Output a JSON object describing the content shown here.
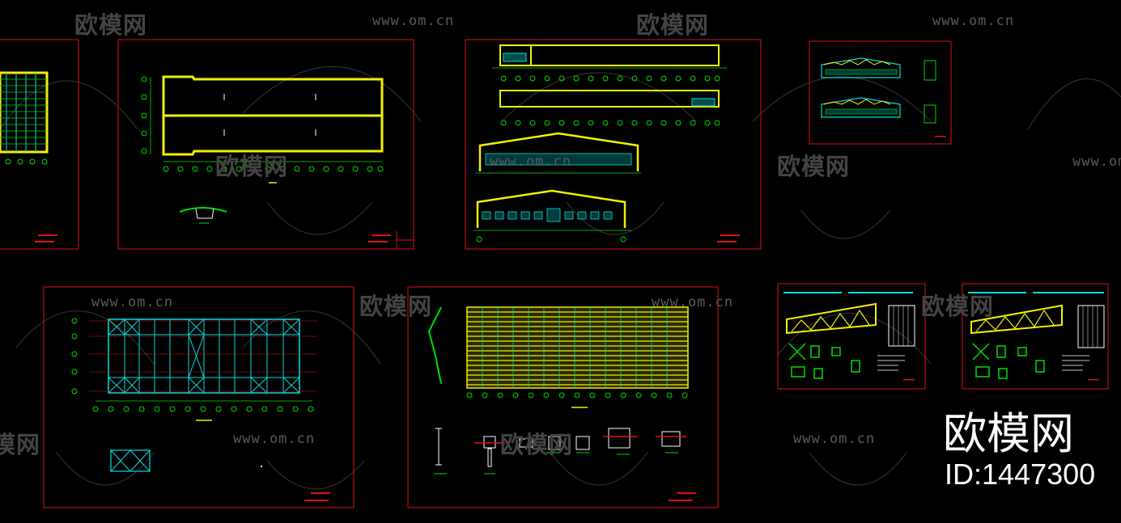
{
  "watermark": {
    "url_text": "www.om.cn",
    "logo_text": "欧模网"
  },
  "brand": {
    "name": "欧模网",
    "id_label": "ID:1447300"
  },
  "colors": {
    "background": "#000000",
    "frame": "#e01010",
    "structure_yellow": "#f4f000",
    "structure_cyan": "#00e0e0",
    "structure_green": "#00dd00",
    "watermark": "#5a5a5a"
  },
  "sheets": [
    {
      "name": "roof-plan-partial"
    },
    {
      "name": "foundation-plan"
    },
    {
      "name": "elevations-and-sections"
    },
    {
      "name": "truss-elevations"
    },
    {
      "name": "bracing-plan"
    },
    {
      "name": "purlin-plan"
    },
    {
      "name": "truss-detail-1"
    },
    {
      "name": "truss-detail-2"
    }
  ]
}
